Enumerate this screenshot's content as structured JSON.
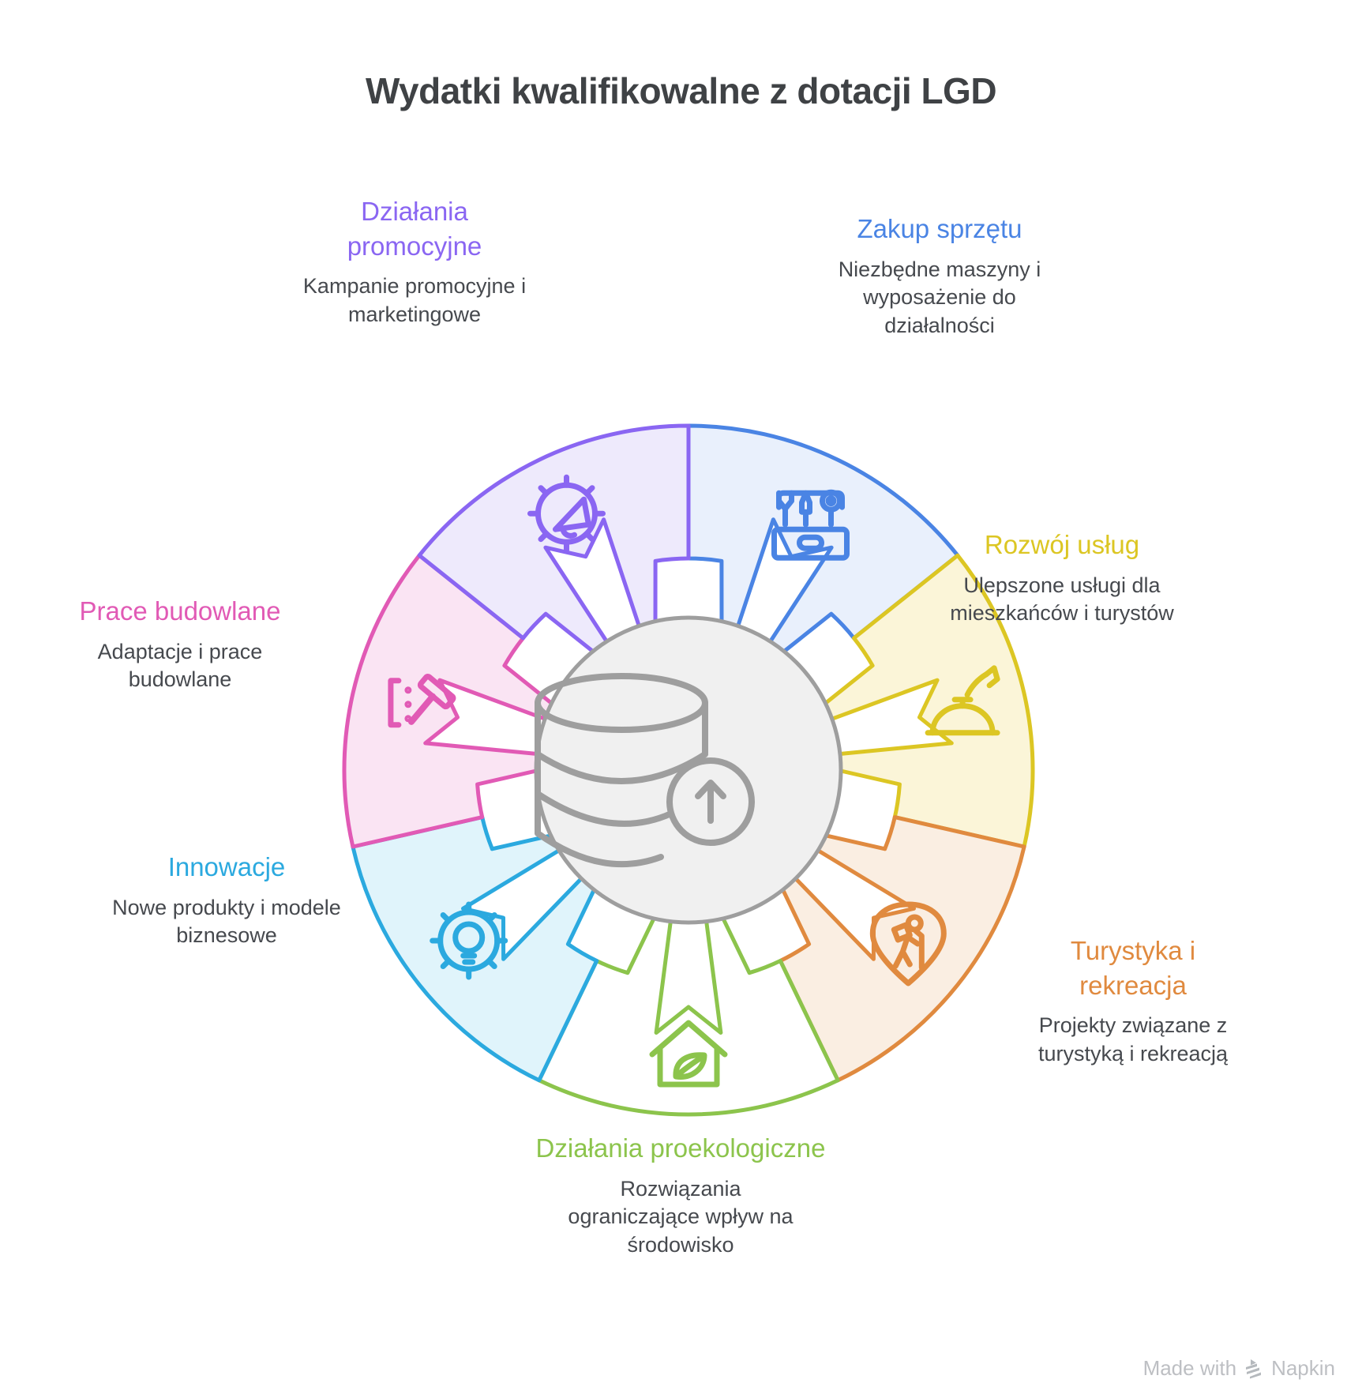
{
  "page": {
    "title": "Wydatki kwalifikowalne z dotacji LGD",
    "title_color": "#3f4245",
    "background": "#ffffff"
  },
  "center": {
    "icon": "database-upload-icon",
    "fill": "#f0f0f0",
    "stroke": "#9e9e9e"
  },
  "segments": [
    {
      "id": "zakup-sprzetu",
      "label": "Zakup sprzętu",
      "description": "Niezbędne maszyny i wyposażenie do działalności",
      "color": "#4a84e4",
      "fill": "#e9f0fc",
      "icon": "toolbox-icon"
    },
    {
      "id": "rozwoj-uslug",
      "label": "Rozwój usług",
      "description": "Ulepszone usługi dla mieszkańców i turystów",
      "color": "#dcc623",
      "fill": "#fbf5d8",
      "icon": "service-bell-icon"
    },
    {
      "id": "turystyka-i-rekreacja",
      "label": "Turystyka i rekreacja",
      "description": "Projekty związane z turystyką i rekreacją",
      "color": "#e08a3f",
      "fill": "#faeee2",
      "icon": "hiker-pin-icon"
    },
    {
      "id": "dzialania-proekologiczne",
      "label": "Działania proekologiczne",
      "description": "Rozwiązania ograniczające wpływ na środowisko",
      "color": "#8cc44c",
      "fill": "#ffffff",
      "icon": "eco-house-icon"
    },
    {
      "id": "innowacje",
      "label": "Innowacje",
      "description": "Nowe produkty i modele biznesowe",
      "color": "#2ba9df",
      "fill": "#e0f4fb",
      "icon": "gear-lightbulb-icon"
    },
    {
      "id": "prace-budowlane",
      "label": "Prace budowlane",
      "description": "Adaptacje i prace budowlane",
      "color": "#e15ab5",
      "fill": "#fae4f3",
      "icon": "hammer-level-icon"
    },
    {
      "id": "dzialania-promocyjne",
      "label": "Działania promocyjne",
      "description": "Kampanie promocyjne i marketingowe",
      "color": "#8a66f2",
      "fill": "#eeeafc",
      "icon": "megaphone-gear-icon"
    }
  ],
  "watermark": {
    "text_prefix": "Made with",
    "brand": "Napkin",
    "color": "#bdbfc3"
  }
}
